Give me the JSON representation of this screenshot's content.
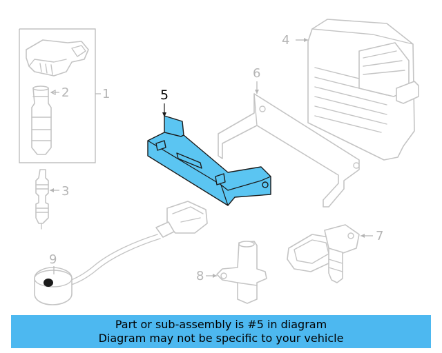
{
  "callouts": {
    "c1": "1",
    "c2": "2",
    "c3": "3",
    "c4": "4",
    "c5": "5",
    "c6": "6",
    "c7": "7",
    "c8": "8",
    "c9": "9"
  },
  "banner": {
    "line1": "Part or sub-assembly is #5 in diagram",
    "line2": "Diagram may not be specific to your vehicle"
  },
  "colors": {
    "highlight": "#5bc5f2",
    "banner": "#4db8f0",
    "line_art": "#c4c4c4"
  }
}
